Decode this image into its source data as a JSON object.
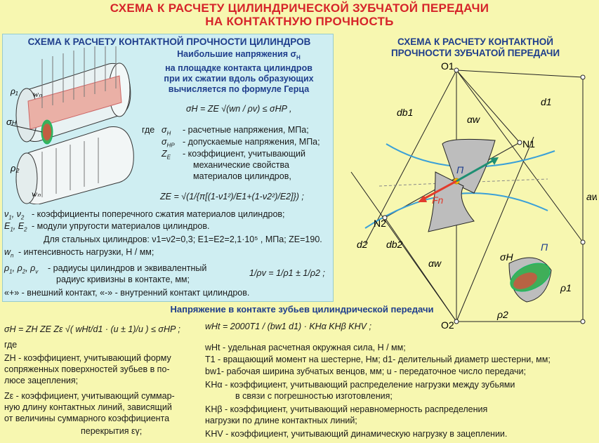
{
  "title_line1": "СХЕМА К РАСЧЕТУ ЦИЛИНДРИЧЕСКОЙ ЗУБЧАТОЙ ПЕРЕДАЧИ",
  "title_line2": "НА КОНТАКТНУЮ ПРОЧНОСТЬ",
  "left_panel": {
    "title": "СХЕМА К РАСЧЕТУ КОНТАКТНОЙ ПРОЧНОСТИ ЦИЛИНДРОВ",
    "hertz_title_1": "Наибольшие напряжения σ",
    "hertz_title_2": "на площадке контакта цилиндров",
    "hertz_title_3": "при их сжатии вдоль образующих",
    "hertz_title_4": "вычисляется по формуле Герца",
    "formula_hertz": "σH = ZE √(wn / ρv) ≤ σHP ,",
    "where": "где",
    "def_sigma_h": "- расчетные напряжения, МПа;",
    "def_sigma_hp": "- допускаемые напряжения, МПа;",
    "def_ze_1": "- коэффициент, учитывающий",
    "def_ze_2": "механические свойства",
    "def_ze_3": "материалов цилиндров,",
    "formula_ze": "ZE = √(1/{π[(1-ν1²)/E1+(1-ν2²)/E2]}) ;",
    "def_nu": "- коэффициенты поперечного сжатия материалов цилиндров;",
    "def_e": "- модули упругости материалов цилиндров.",
    "steel": "Для стальных цилиндров: ν1=ν2=0,3; E1=E2=2,1·10⁵ , МПа; ZE=190.",
    "def_wn": "- интенсивность нагрузки, Н / мм;",
    "def_rho_1": "- радиусы цилиндров и эквивалентный",
    "def_rho_2": "радиус кривизны в контакте, мм;",
    "formula_rho": "1/ρv = 1/ρ1 ± 1/ρ2 ;",
    "contact_note": "«+» - внешний контакт, «-» - внутренний контакт цилиндров.",
    "labels": {
      "rho1": "ρ1",
      "rho2": "ρ2",
      "sigma": "σH",
      "wn_top": "wn",
      "wn_bottom": "wn"
    }
  },
  "right_panel": {
    "title_1": "СХЕМА К РАСЧЕТУ КОНТАКТНОЙ",
    "title_2": "ПРОЧНОСТИ ЗУБЧАТОЙ ПЕРЕДАЧИ",
    "labels": {
      "o1": "O1",
      "o2": "O2",
      "n1": "N1",
      "n2": "N2",
      "p": "П",
      "p2": "П",
      "fn": "Fn",
      "d1": "d1",
      "d2": "d2",
      "db1": "db1",
      "db2": "db2",
      "alpha_top": "αw",
      "alpha_bottom": "αw",
      "aw": "aw",
      "rho1": "ρ1",
      "rho2": "ρ2",
      "sigma": "σH"
    }
  },
  "bottom": {
    "title": "Напряжение в контакте зубьев цилиндрической передачи",
    "formula_main": "σH = ZH ZE Zε √( wHt/d1 · (u ± 1)/u ) ≤ σHP ;",
    "where": "где",
    "zh_1": "ZH - коэффициент, учитывающий форму",
    "zh_2": "сопряженных поверхностей зубьев в по-",
    "zh_3": "люсе зацепления;",
    "ze_1": "Zε - коэффициент, учитывающий суммар-",
    "ze_2": "ную длину контактных линий, зависящий",
    "ze_3": "от величины суммарного коэффициента",
    "ze_4": "перекрытия εγ;",
    "formula_wht": "wHt = 2000T1 / (bw1 d1) · KHα KHβ KHV ;",
    "def_wht": "wHt - удельная расчетная окружная сила, Н / мм;",
    "def_t1": "T1 - вращающий момент на шестерне, Нм; d1- делительный диаметр шестерни, мм;",
    "def_bw1": "bw1- рабочая ширина зубчатых венцов, мм; u - передаточное число передачи;",
    "def_kha_1": "KHα - коэффициент, учитывающий распределение нагрузки между зубьями",
    "def_kha_2": "в связи с погрешностью изготовления;",
    "def_khb_1": "KHβ - коэффициент, учитывающий неравномерность распределения",
    "def_khb_2": "нагрузки по длине контактных линий;",
    "def_khv": "KHV - коэффициент, учитывающий динамическую нагрузку в зацеплении."
  },
  "colors": {
    "title_red": "#d6242a",
    "heading_blue": "#1f3e8c",
    "panel_cyan": "#cfeef2",
    "background_yellow": "#f7f7b0"
  }
}
